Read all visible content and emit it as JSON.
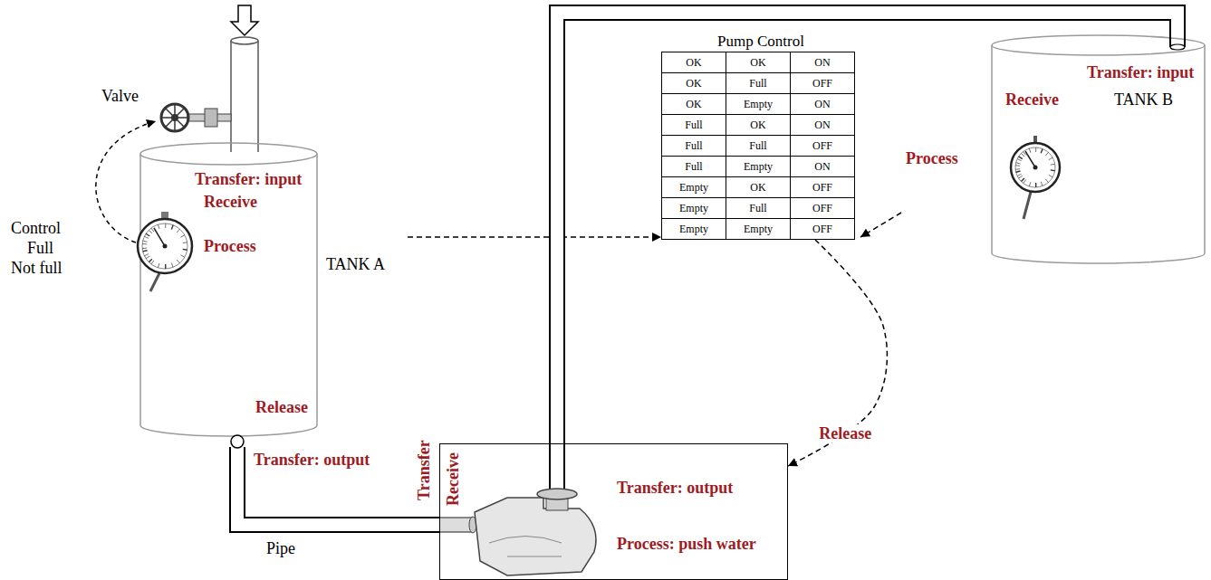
{
  "diagram": {
    "nodes": [
      {
        "text": [
          "Transfer: input",
          "Receive",
          "Process",
          "TANK A",
          "Release",
          "Transfer: output"
        ]
      },
      {
        "text": [
          "Pump Control"
        ]
      },
      {
        "text": [
          "Transfer: input",
          "Receive",
          "Process",
          "TANK B"
        ]
      },
      {
        "text": [
          "Transfer",
          "Receive",
          "Transfer: output",
          "Process: push water"
        ]
      }
    ],
    "edges": [
      {
        "from": 0,
        "to": 1,
        "arrow": "to"
      },
      {
        "from": 2,
        "to": 1,
        "arrow": "to"
      },
      {
        "from": 1,
        "to": 3,
        "label": "Release",
        "arrow": "to"
      },
      {
        "from": 0,
        "to": 3,
        "label": "Pipe",
        "arrow": "none"
      },
      {
        "from": 3,
        "to": 2,
        "arrow": "none"
      }
    ],
    "labels": [
      "Valve",
      "Control",
      "Full",
      "Not full",
      "OK",
      "OK",
      "ON",
      "OK",
      "Full",
      "OFF",
      "OK",
      "Empty",
      "ON",
      "Full",
      "OK",
      "ON",
      "Full",
      "Full",
      "OFF",
      "Full",
      "Empty",
      "ON",
      "Empty",
      "OK",
      "OFF",
      "Empty",
      "Full",
      "OFF",
      "Empty",
      "Empty",
      "OFF"
    ]
  }
}
